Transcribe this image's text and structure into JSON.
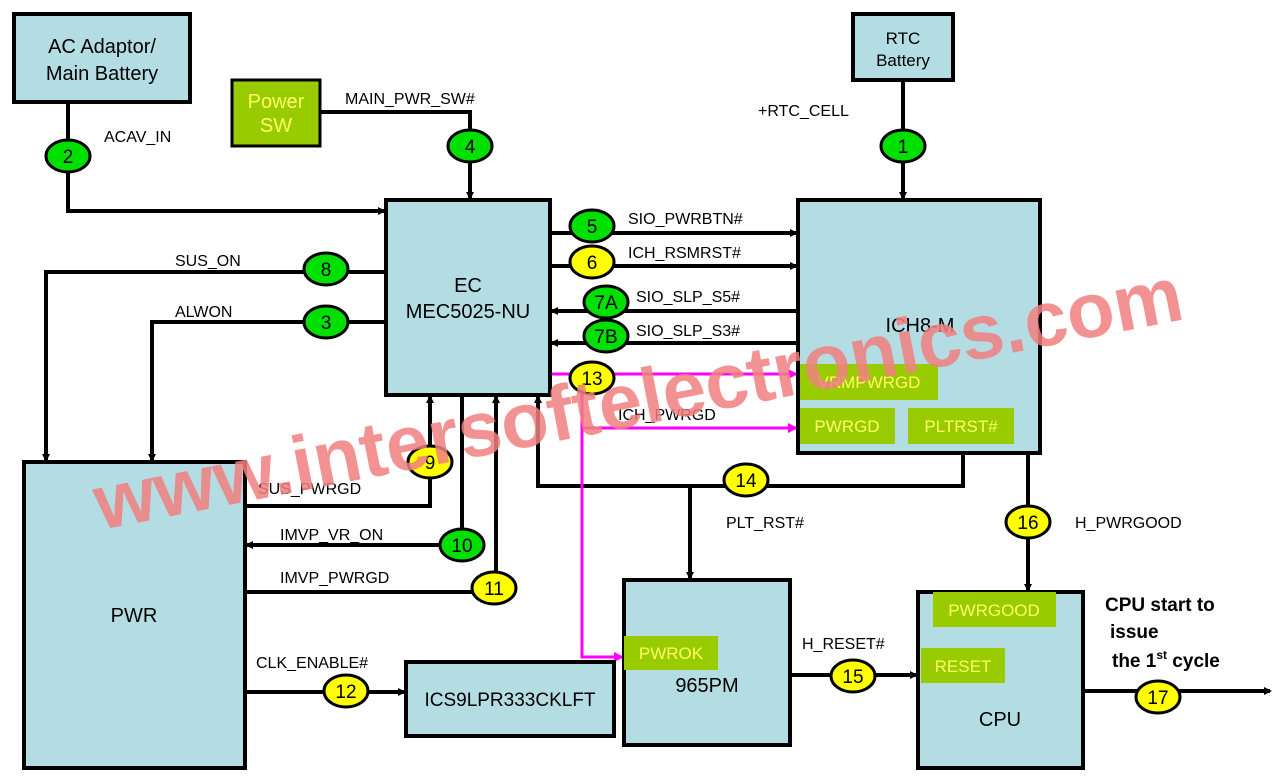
{
  "blocks": {
    "ac": [
      "AC Adaptor/",
      "Main Battery"
    ],
    "rtc": [
      "RTC",
      "Battery"
    ],
    "power_sw": [
      "Power",
      "SW"
    ],
    "ec": [
      "EC",
      "MEC5025-NU"
    ],
    "ich": "ICH8-M",
    "pwr": "PWR",
    "clk": "ICS9LPR333CKLFT",
    "mch": "965PM",
    "cpu": "CPU"
  },
  "tags": {
    "vrmpwrgd": "VRMPWRGD",
    "pwrgd": "PWRGD",
    "pltrst": "PLTRST#",
    "pwrok": "PWROK",
    "pwrgood": "PWRGOOD",
    "reset": "RESET"
  },
  "signals": {
    "acav_in": "ACAV_IN",
    "main_pwr_sw": "MAIN_PWR_SW#",
    "rtc_cell": "+RTC_CELL",
    "sio_pwrbtn": "SIO_PWRBTN#",
    "ich_rsmrst": "ICH_RSMRST#",
    "sio_slp_s5": "SIO_SLP_S5#",
    "sio_slp_s3": "SIO_SLP_S3#",
    "sus_on": "SUS_ON",
    "alwon": "ALWON",
    "ich_pwrgd": "ICH_PWRGD",
    "sus_pwrgd": "SUS_PWRGD",
    "imvp_vr_on": "IMVP_VR_ON",
    "imvp_pwrgd": "IMVP_PWRGD",
    "clk_enable": "CLK_ENABLE#",
    "plt_rst": "PLT_RST#",
    "h_reset": "H_RESET#",
    "h_pwrgood": "H_PWRGOOD"
  },
  "steps": [
    {
      "n": "1",
      "color": "#00e000"
    },
    {
      "n": "2",
      "color": "#00e000"
    },
    {
      "n": "3",
      "color": "#00e000"
    },
    {
      "n": "4",
      "color": "#00e000"
    },
    {
      "n": "5",
      "color": "#00e000"
    },
    {
      "n": "6",
      "color": "#ffff00"
    },
    {
      "n": "7A",
      "color": "#00e000"
    },
    {
      "n": "7B",
      "color": "#00e000"
    },
    {
      "n": "8",
      "color": "#00e000"
    },
    {
      "n": "9",
      "color": "#ffff00"
    },
    {
      "n": "10",
      "color": "#00e000"
    },
    {
      "n": "11",
      "color": "#ffff00"
    },
    {
      "n": "12",
      "color": "#ffff00"
    },
    {
      "n": "13",
      "color": "#ffff00"
    },
    {
      "n": "14",
      "color": "#ffff00"
    },
    {
      "n": "15",
      "color": "#ffff00"
    },
    {
      "n": "16",
      "color": "#ffff00"
    },
    {
      "n": "17",
      "color": "#ffff00"
    }
  ],
  "note": {
    "line1": "CPU start to",
    "line2": "issue",
    "line3a": "the 1",
    "line3sup": "st",
    "line3b": " cycle"
  },
  "watermark": "www.intersoftelectronics.com"
}
